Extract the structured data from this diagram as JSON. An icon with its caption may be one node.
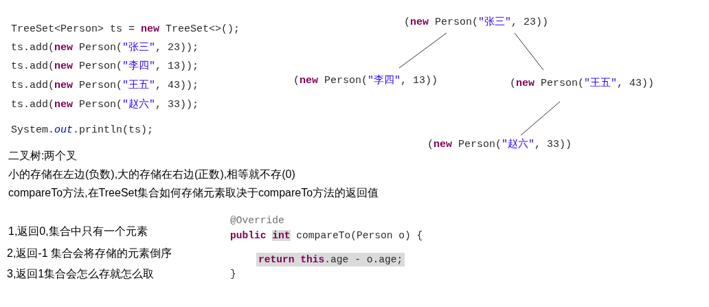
{
  "diagram": {
    "nodes": [
      {
        "text": [
          "(**new** Person(\"张三\", 23))"
        ]
      },
      {
        "text": [
          "(**new** Person(\"李四\", 13))"
        ]
      },
      {
        "text": [
          "(**new** Person(\"王五\", 43))"
        ]
      },
      {
        "text": [
          "(**new** Person(\"赵六\", 33))"
        ]
      }
    ],
    "edges": [
      {
        "from": 0,
        "to": 1,
        "arrow": "none"
      },
      {
        "from": 0,
        "to": 2,
        "arrow": "none"
      },
      {
        "from": 2,
        "to": 3,
        "arrow": "none"
      }
    ],
    "labels": [
      "TreeSet<Person> ts = **new** TreeSet<>();",
      "ts.add(**new** Person(\"张三\", 23));",
      "ts.add(**new** Person(\"李四\", 13));",
      "ts.add(**new** Person(\"王五\", 43));",
      "ts.add(**new** Person(\"赵六\", 33));",
      "System.*out*.println(ts);",
      "二叉树:两个叉",
      "小的存储在左边(负数),大的存储在右边(正数),相等就不存(0)",
      "compareTo方法,在TreeSet集合如何存储元素取决于compareTo方法的返回值",
      "1,返回0,集合中只有一个元素",
      "2,返回-1 集合会将存储的元素倒序",
      "3,返回1集合会怎么存就怎么取",
      "@Override",
      "**public** **int** compareTo(Person o) {",
      "**return** **this**.age - o.age;",
      "}"
    ]
  }
}
